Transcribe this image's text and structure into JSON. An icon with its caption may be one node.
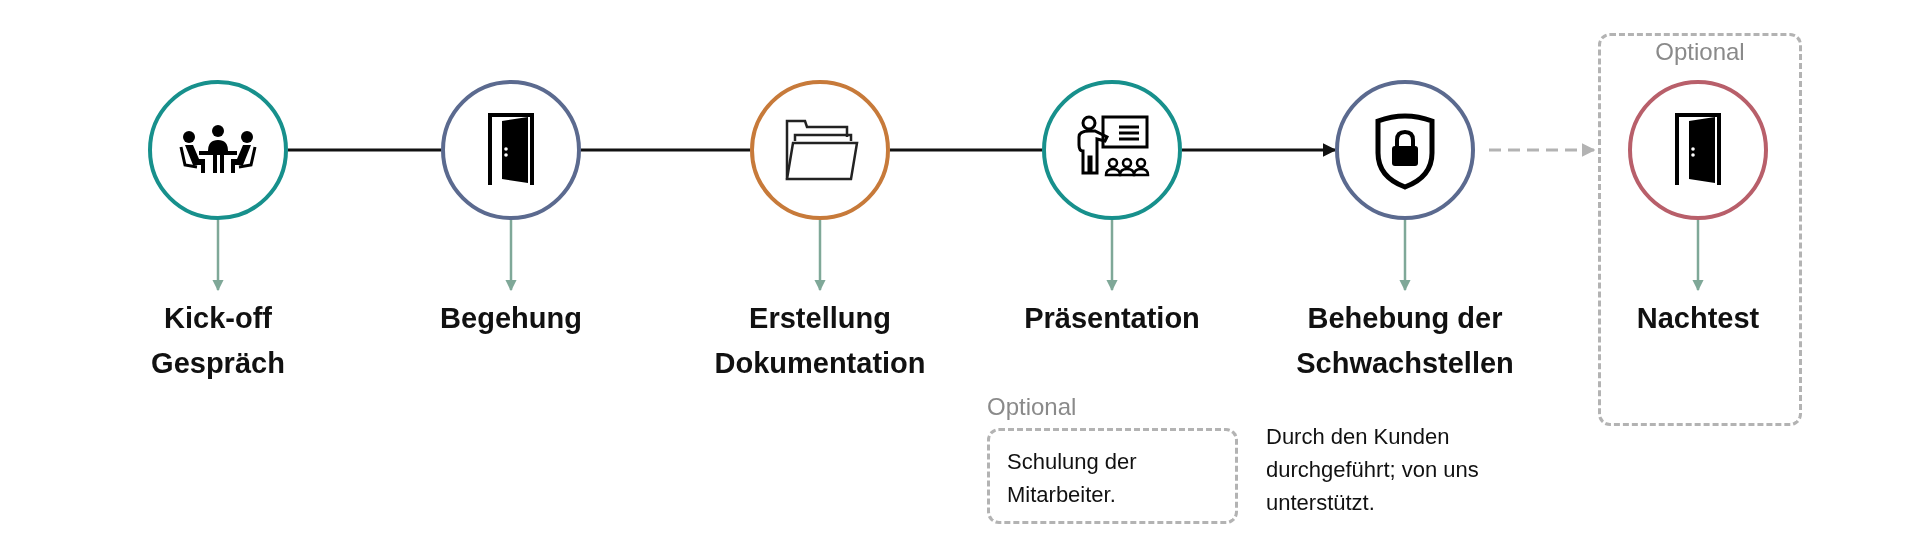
{
  "diagram": {
    "nodes": [
      {
        "text": [],
        "shape": "circle"
      },
      {
        "text": [],
        "shape": "circle"
      },
      {
        "text": [],
        "shape": "circle"
      },
      {
        "text": [],
        "shape": "circle"
      },
      {
        "text": [],
        "shape": "circle"
      },
      {
        "text": [
          "Optional"
        ]
      },
      {
        "text": [],
        "shape": "circle",
        "in": 5
      },
      {
        "text": [
          "Kick-off Gespräch"
        ]
      },
      {
        "text": [
          "Begehung"
        ]
      },
      {
        "text": [
          "Erstellung Dokumentation"
        ]
      },
      {
        "text": [
          "Präsentation"
        ]
      },
      {
        "text": [
          "Behebung der Schwachstellen"
        ]
      },
      {
        "text": [
          "Nachtest"
        ],
        "in": 5
      },
      {
        "text": [
          "Optional",
          "Schulung der Mitarbeiter."
        ]
      }
    ],
    "edges": [
      {
        "from": 0,
        "to": 1,
        "arrow": "none",
        "color": "#111111"
      },
      {
        "from": 1,
        "to": 2,
        "arrow": "none",
        "color": "#111111"
      },
      {
        "from": 2,
        "to": 3,
        "arrow": "none",
        "color": "#111111"
      },
      {
        "from": 3,
        "to": 4,
        "arrow": "to",
        "color": "#111111"
      },
      {
        "from": 4,
        "to": 5,
        "arrow": "to",
        "style": "dashed",
        "color": "#b3b3b3"
      },
      {
        "from": 0,
        "to": 7,
        "arrow": "to"
      },
      {
        "from": 1,
        "to": 8,
        "arrow": "to"
      },
      {
        "from": 2,
        "to": 9,
        "arrow": "to"
      },
      {
        "from": 3,
        "to": 10,
        "arrow": "to"
      },
      {
        "from": 4,
        "to": 11,
        "arrow": "to"
      },
      {
        "from": 6,
        "to": 12,
        "arrow": "to"
      }
    ],
    "labels": [
      "Durch den Kunden durchgeführt; von uns unterstützt."
    ]
  }
}
